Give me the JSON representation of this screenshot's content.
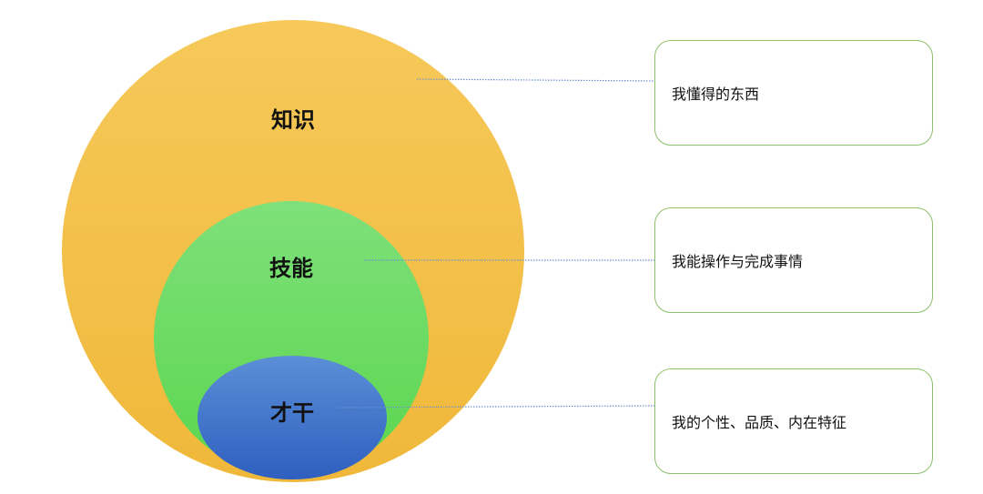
{
  "colors": {
    "knowledge_fill_top": "#f6c95a",
    "knowledge_fill_bottom": "#f0b83a",
    "skill_fill_top": "#7ee07a",
    "skill_fill_bottom": "#5bd64e",
    "talent_fill_top": "#5b8fd6",
    "talent_fill_bottom": "#2f5fc0",
    "connector": "#6f8fd0",
    "callout_border": "#8cc06a"
  },
  "circles": [
    {
      "label": "知识"
    },
    {
      "label": "技能"
    },
    {
      "label": "才干"
    }
  ],
  "callouts": [
    {
      "text": "我懂得的东西"
    },
    {
      "text": "我能操作与完成事情"
    },
    {
      "text": "我的个性、品质、内在特征"
    }
  ]
}
